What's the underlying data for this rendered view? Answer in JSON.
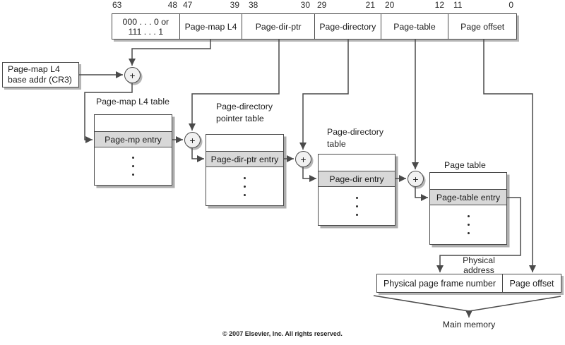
{
  "diagram": {
    "virtual_address": {
      "fields": [
        {
          "bits_high": "63",
          "bits_low": "48",
          "label_line1": "000 . . . 0 or",
          "label_line2": "111 . . . 1"
        },
        {
          "bits_high": "47",
          "bits_low": "39",
          "label": "Page-map L4"
        },
        {
          "bits_high": "38",
          "bits_low": "30",
          "label": "Page-dir-ptr"
        },
        {
          "bits_high": "29",
          "bits_low": "21",
          "label": "Page-directory"
        },
        {
          "bits_high": "20",
          "bits_low": "12",
          "label": "Page-table"
        },
        {
          "bits_high": "11",
          "bits_low": "0",
          "label": "Page offset"
        }
      ]
    },
    "cr3_box": {
      "line1": "Page-map L4",
      "line2": "base addr (CR3)"
    },
    "adder_symbol": "+",
    "tables": [
      {
        "title1": "Page-map L4 table",
        "title2": "",
        "entry": "Page-mp entry"
      },
      {
        "title1": "Page-directory",
        "title2": "pointer table",
        "entry": "Page-dir-ptr entry"
      },
      {
        "title1": "Page-directory",
        "title2": "table",
        "entry": "Page-dir entry"
      },
      {
        "title1": "Page table",
        "title2": "",
        "entry": "Page-table entry"
      }
    ],
    "physical_address": {
      "label": "Physical address",
      "frame_cell": "Physical page frame number",
      "offset_cell": "Page offset"
    },
    "main_memory_label": "Main memory",
    "copyright": "© 2007 Elsevier, Inc. All rights reserved."
  },
  "colors": {
    "line": "#4a4a4a",
    "entry_fill": "#d8d8d8",
    "shadow": "#b5b5b5",
    "text": "#1a1a1a"
  }
}
